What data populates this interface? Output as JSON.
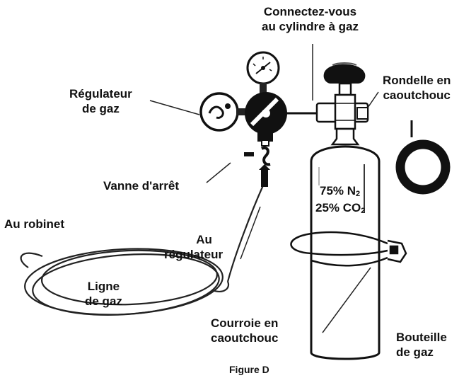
{
  "labels": {
    "connect_line1": "Connectez-vous",
    "connect_line2": "au cylindre à gaz",
    "washer_line1": "Rondelle en",
    "washer_line2": "caoutchouc",
    "regulator_line1": "Régulateur",
    "regulator_line2": "de gaz",
    "valve": "Vanne d'arrêt",
    "to_faucet": "Au robinet",
    "to_regulator_line1": "Au",
    "to_regulator_line2": "régulateur",
    "gas_line_line1": "Ligne",
    "gas_line_line2": "de gaz",
    "strap_line1": "Courroie en",
    "strap_line2": "caoutchouc",
    "bottle_line1": "Bouteille",
    "bottle_line2": "de gaz",
    "figure_caption": "Figure D"
  },
  "cylinder": {
    "n2_percent": "75%",
    "n2_formula": "N",
    "n2_sub": "2",
    "co2_percent": "25%",
    "co2_formula": "CO",
    "co2_sub": "2"
  }
}
